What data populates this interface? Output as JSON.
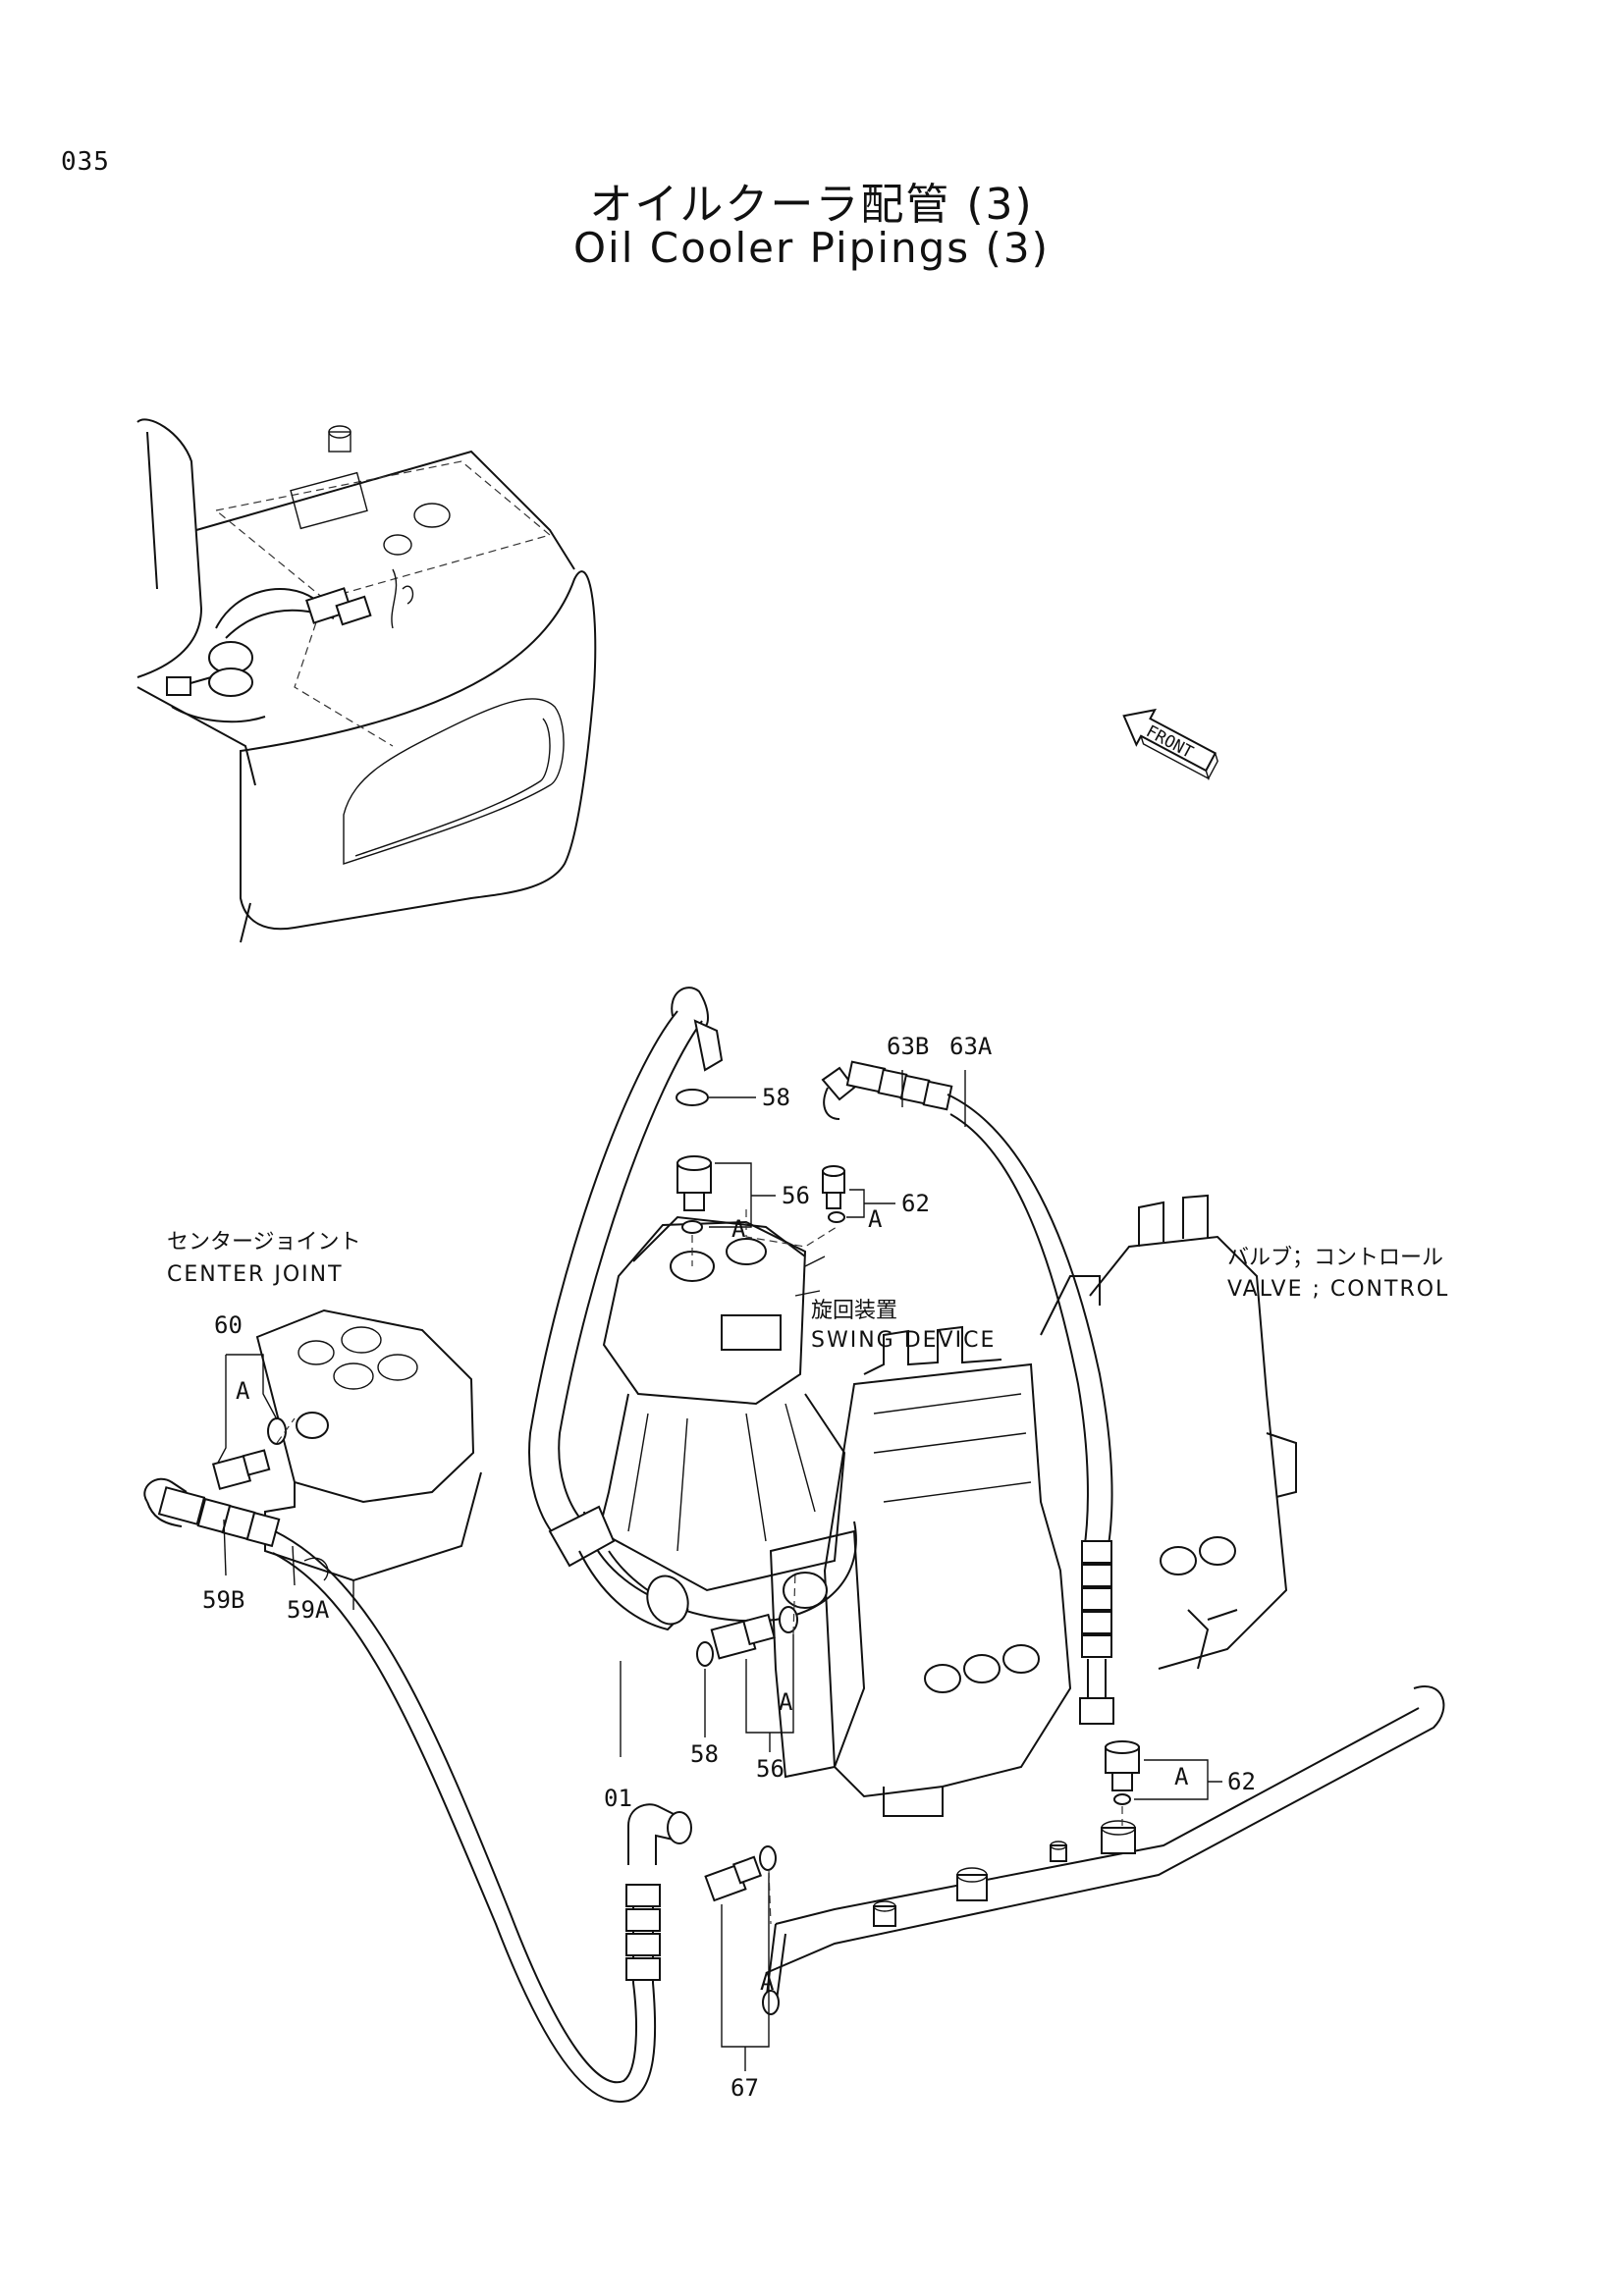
{
  "header": {
    "page_number": "035",
    "title_jp": "オイルクーラ配管 (3)",
    "title_en": "Oil Cooler Pipings (3)"
  },
  "callouts": {
    "front": "FRONT",
    "center_joint_jp": "センタージョイント",
    "center_joint_en": "CENTER JOINT",
    "swing_device_jp": "旋回装置",
    "swing_device_en": "SWING DEVICE",
    "valve_jp": "バルブ；コントロール",
    "valve_en": "VALVE ; CONTROL"
  },
  "parts": {
    "p01": "01",
    "p56a": "56",
    "p56b": "56",
    "p58a": "58",
    "p58b": "58",
    "p59a": "59A",
    "p59b": "59B",
    "p60": "60",
    "p62a": "62",
    "p62b": "62",
    "p63a": "63A",
    "p63b": "63B",
    "p67": "67"
  },
  "refs": {
    "a1": "A",
    "a2": "A",
    "a3": "A",
    "a4": "A",
    "a5": "A",
    "a6": "A",
    "a7": "A"
  }
}
